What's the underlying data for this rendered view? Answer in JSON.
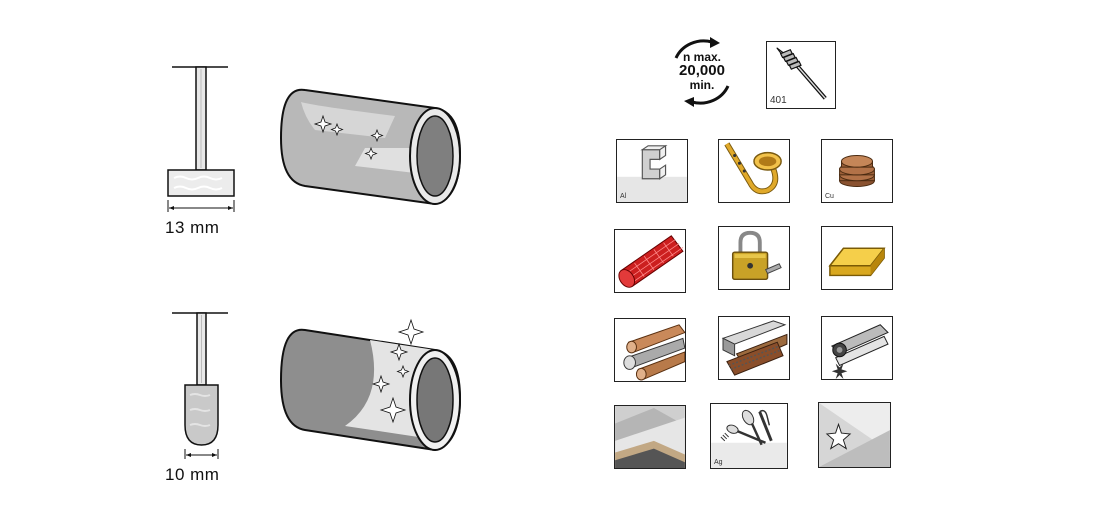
{
  "tools": [
    {
      "shape": "cylinder-felt",
      "dimension_label": "13 mm"
    },
    {
      "shape": "bullet-felt",
      "dimension_label": "10 mm"
    }
  ],
  "speed_badge": {
    "line1": "n max.",
    "line2": "20,000",
    "line3": "min."
  },
  "accessory_badge": {
    "number": "401",
    "icon": "mandrel-screw-icon"
  },
  "materials": [
    {
      "icon": "aluminium-profile-icon",
      "tag": "Al"
    },
    {
      "icon": "saxophone-brass-icon",
      "tag": ""
    },
    {
      "icon": "copper-coins-icon",
      "tag": "Cu"
    },
    {
      "icon": "red-pipe-icon",
      "tag": ""
    },
    {
      "icon": "padlock-icon",
      "tag": ""
    },
    {
      "icon": "gold-bar-icon",
      "tag": ""
    },
    {
      "icon": "metal-pipes-icon",
      "tag": ""
    },
    {
      "icon": "steel-profiles-icon",
      "tag": ""
    },
    {
      "icon": "stainless-profile-icon",
      "tag": ""
    },
    {
      "icon": "sheet-metal-icon",
      "tag": ""
    },
    {
      "icon": "silver-cutlery-icon",
      "tag": "Ag"
    },
    {
      "icon": "polished-sheet-icon",
      "tag": ""
    }
  ],
  "colors": {
    "outline": "#1a1a1a",
    "metal_gray": "#9a9a9a",
    "light_gray": "#d9d9d9",
    "felt": "#e6e6e6"
  }
}
